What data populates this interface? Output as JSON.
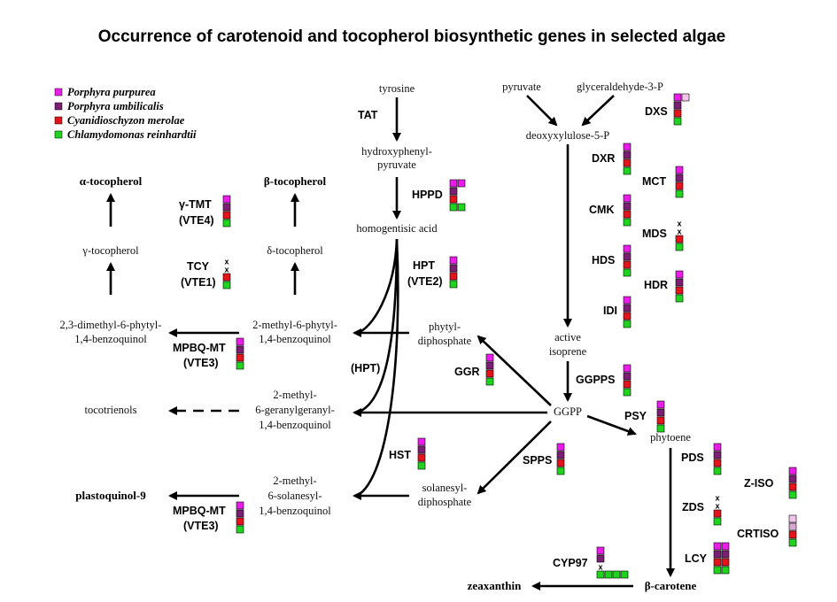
{
  "title": "Occurrence of carotenoid and tocopherol biosynthetic genes in selected algae",
  "colors": {
    "porphyra_purpurea": "#e81ee8",
    "porphyra_umbilicalis": "#7a1f73",
    "cyanidioschyzon": "#e3141b",
    "chlamydomonas": "#1fd31f",
    "pale": "#f2c4ec",
    "pale2": "#d8a6d0"
  },
  "legend": [
    {
      "label": "Porphyra purpurea",
      "color": "#e81ee8"
    },
    {
      "label": "Porphyra umbilicalis",
      "color": "#7a1f73"
    },
    {
      "label": "Cyanidioschyzon merolae",
      "color": "#e3141b"
    },
    {
      "label": "Chlamydomonas reinhardtii",
      "color": "#1fd31f"
    }
  ],
  "metabolites": {
    "tyrosine": "tyrosine",
    "hpp1": "hydroxyphenyl-",
    "hpp2": "pyruvate",
    "hga": "homogentisic acid",
    "pyruvate": "pyruvate",
    "g3p": "glyceraldehyde-3-P",
    "dxp": "deoxyxylulose-5-P",
    "active1": "active",
    "active2": "isoprene",
    "ggpp": "GGPP",
    "phytyl1": "phytyl-",
    "phytyl2": "diphosphate",
    "solanesyl1": "solanesyl-",
    "solanesyl2": "diphosphate",
    "phytoene": "phytoene",
    "bcar": "β-carotene",
    "zea": "zeaxanthin",
    "atoc": "α-tocopherol",
    "btoc": "β-tocopherol",
    "gtoc": "γ-tocopherol",
    "dtoc": "δ-tocopherol",
    "dmpbq1": "2,3-dimethyl-6-phytyl-",
    "dmpbq2": "1,4-benzoquinol",
    "mpbq1": "2-methyl-6-phytyl-",
    "mpbq2": "1,4-benzoquinol",
    "mggbq1": "2-methyl-",
    "mggbq2": "6-geranylgeranyl-",
    "mggbq3": "1,4-benzoquinol",
    "msbq1": "2-methyl-",
    "msbq2": "6-solanesyl-",
    "msbq3": "1,4-benzoquinol",
    "toco": "tocotrienols",
    "pq9": "plastoquinol-9"
  },
  "enzymes": {
    "tat": "TAT",
    "hppd": "HPPD",
    "hpt": "HPT",
    "vte2": "(VTE2)",
    "hpt_paren": "(HPT)",
    "hst": "HST",
    "ggr": "GGR",
    "spps": "SPPS",
    "gtmt": "γ-TMT",
    "vte4": "(VTE4)",
    "tcy": "TCY",
    "vte1": "(VTE1)",
    "mpbqmt1": "MPBQ-MT",
    "vte3a": "(VTE3)",
    "mpbqmt2": "MPBQ-MT",
    "vte3b": "(VTE3)",
    "dxs": "DXS",
    "dxr": "DXR",
    "mct": "MCT",
    "cmk": "CMK",
    "mds": "MDS",
    "hds": "HDS",
    "hdr": "HDR",
    "idi": "IDI",
    "ggpps": "GGPPS",
    "psy": "PSY",
    "pds": "PDS",
    "ziso": "Z-ISO",
    "zds": "ZDS",
    "crtiso": "CRTISO",
    "lcy": "LCY",
    "cyp97": "CYP97"
  },
  "absent_mark": "x"
}
